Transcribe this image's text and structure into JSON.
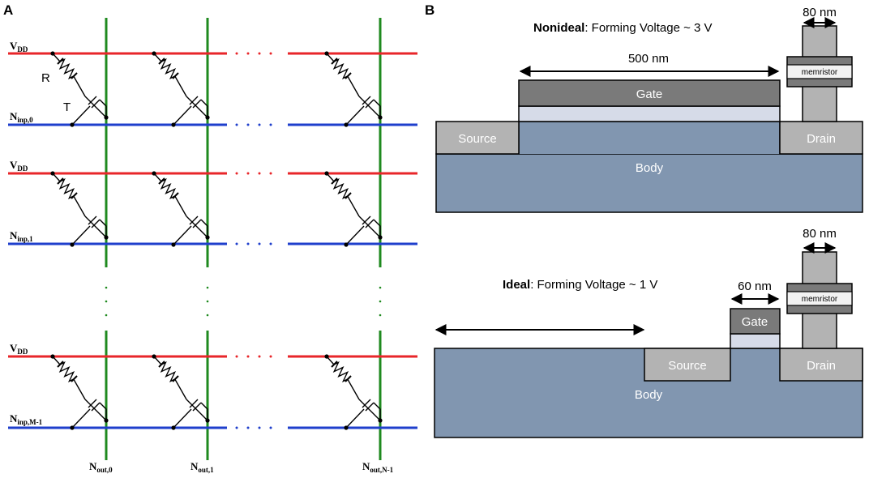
{
  "panel_a": {
    "label": "A",
    "rows": [
      {
        "vdd": "V",
        "vdd_sub": "DD",
        "inp": "N",
        "inp_sub": "inp,0"
      },
      {
        "vdd": "V",
        "vdd_sub": "DD",
        "inp": "N",
        "inp_sub": "inp,1"
      },
      {
        "vdd": "V",
        "vdd_sub": "DD",
        "inp": "N",
        "inp_sub": "inp,M-1"
      }
    ],
    "columns": [
      {
        "out": "N",
        "out_sub": "out,0"
      },
      {
        "out": "N",
        "out_sub": "out,1"
      },
      {
        "out": "N",
        "out_sub": "out,N-1"
      }
    ],
    "resistor_label": "R",
    "transistor_label": "T",
    "colors": {
      "vdd_line": "#e8262a",
      "input_line": "#1f3fcc",
      "output_line": "#1f8a1f"
    }
  },
  "panel_b": {
    "label": "B",
    "nonideal": {
      "title_bold": "Nonideal",
      "title_rest": ": Forming Voltage ~ 3 V",
      "gate_length": "500 nm",
      "memristor_width": "80 nm",
      "gate_label": "Gate",
      "source_label": "Source",
      "drain_label": "Drain",
      "body_label": "Body",
      "memristor_label": "memristor"
    },
    "ideal": {
      "title_bold": "Ideal",
      "title_rest": ": Forming Voltage ~ 1 V",
      "gate_length": "60 nm",
      "memristor_width": "80 nm",
      "gate_label": "Gate",
      "source_label": "Source",
      "drain_label": "Drain",
      "body_label": "Body",
      "memristor_label": "memristor"
    },
    "colors": {
      "body": "#8196b0",
      "gate": "#7a7a7a",
      "oxide": "#d6dbe8",
      "contact": "#b3b3b3"
    }
  }
}
